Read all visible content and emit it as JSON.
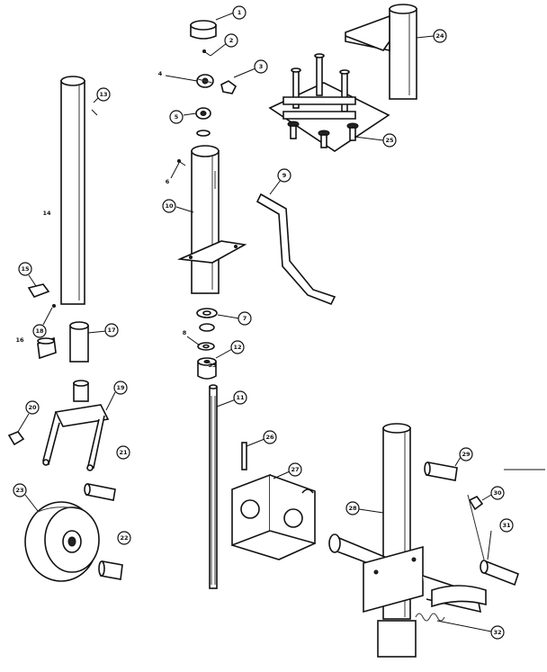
{
  "callouts": [
    {
      "id": "c1",
      "text": "1"
    },
    {
      "id": "c2",
      "text": "2"
    },
    {
      "id": "c3",
      "text": "3"
    },
    {
      "id": "c4",
      "text": "4"
    },
    {
      "id": "c5",
      "text": "5"
    },
    {
      "id": "c6",
      "text": "6"
    },
    {
      "id": "c7",
      "text": "7"
    },
    {
      "id": "c8",
      "text": "8"
    },
    {
      "id": "c9",
      "text": "9"
    },
    {
      "id": "c10",
      "text": "10"
    },
    {
      "id": "c11",
      "text": "11"
    },
    {
      "id": "c12",
      "text": "12"
    },
    {
      "id": "c13",
      "text": "13"
    },
    {
      "id": "c14",
      "text": "14"
    },
    {
      "id": "c15",
      "text": "15"
    },
    {
      "id": "c16",
      "text": "16"
    },
    {
      "id": "c17",
      "text": "17"
    },
    {
      "id": "c18",
      "text": "18"
    },
    {
      "id": "c19",
      "text": "19"
    },
    {
      "id": "c20",
      "text": "20"
    },
    {
      "id": "c21",
      "text": "21"
    },
    {
      "id": "c22",
      "text": "22"
    },
    {
      "id": "c23",
      "text": "23"
    },
    {
      "id": "c24",
      "text": "24"
    },
    {
      "id": "c25",
      "text": "25"
    },
    {
      "id": "c26",
      "text": "26"
    },
    {
      "id": "c27",
      "text": "27"
    },
    {
      "id": "c28",
      "text": "28"
    },
    {
      "id": "c29",
      "text": "29"
    },
    {
      "id": "c30",
      "text": "30"
    },
    {
      "id": "c31",
      "text": "31"
    },
    {
      "id": "c32",
      "text": "32"
    },
    {
      "id": "c33",
      "text": "33"
    }
  ]
}
